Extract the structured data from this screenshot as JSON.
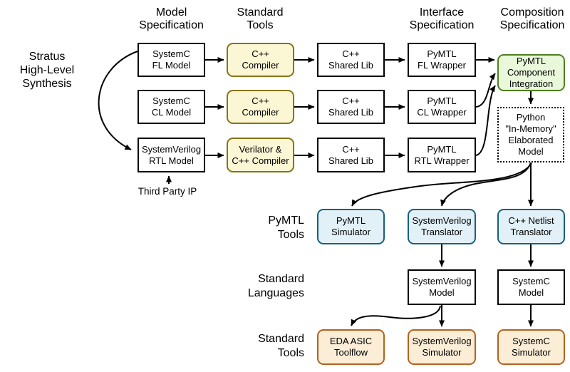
{
  "column_headers": {
    "model_specification": "Model\nSpecification",
    "standard_tools": "Standard\nTools",
    "interface_specification": "Interface\nSpecification",
    "composition_specification": "Composition\nSpecification"
  },
  "side_labels": {
    "stratus": "Stratus\nHigh-Level\nSynthesis",
    "third_party_ip": "Third Party IP",
    "pymtl_tools": "PyMTL\nTools",
    "standard_languages": "Standard\nLanguages",
    "standard_tools": "Standard\nTools"
  },
  "pipeline_rows": [
    {
      "model": "SystemC\nFL Model",
      "tool": "C++\nCompiler",
      "lib": "C++\nShared Lib",
      "wrapper": "PyMTL\nFL Wrapper"
    },
    {
      "model": "SystemC\nCL Model",
      "tool": "C++\nCompiler",
      "lib": "C++\nShared Lib",
      "wrapper": "PyMTL\nCL Wrapper"
    },
    {
      "model": "SystemVerilog\nRTL Model",
      "tool": "Verilator &\nC++ Compiler",
      "lib": "C++\nShared Lib",
      "wrapper": "PyMTL\nRTL Wrapper"
    }
  ],
  "composition": {
    "pymtl_component_integration": "PyMTL\nComponent\nIntegration",
    "python_in_memory_elaborated_model": "Python\n\"In-Memory\"\nElaborated\nModel"
  },
  "pymtl_tool_boxes": {
    "pymtl_simulator": "PyMTL\nSimulator",
    "systemverilog_translator": "SystemVerilog\nTranslator",
    "cpp_netlist_translator": "C++ Netlist\nTranslator"
  },
  "standard_language_boxes": {
    "systemverilog_model": "SystemVerilog\nModel",
    "systemc_model": "SystemC\nModel"
  },
  "standard_tool_boxes": {
    "eda_asic_toolflow": "EDA ASIC\nToolflow",
    "systemverilog_simulator": "SystemVerilog\nSimulator",
    "systemc_simulator": "SystemC\nSimulator"
  },
  "colors": {
    "compiler_fill": "#FBF6D4",
    "compiler_border": "#857418",
    "integration_fill": "#E9F8DB",
    "integration_border": "#4F801F",
    "pymtl_tool_fill": "#E2F0F8",
    "pymtl_tool_border": "#16617B",
    "standard_tool_fill": "#FBEDD6",
    "standard_tool_border": "#B26220",
    "arrow_color": "#000000"
  }
}
